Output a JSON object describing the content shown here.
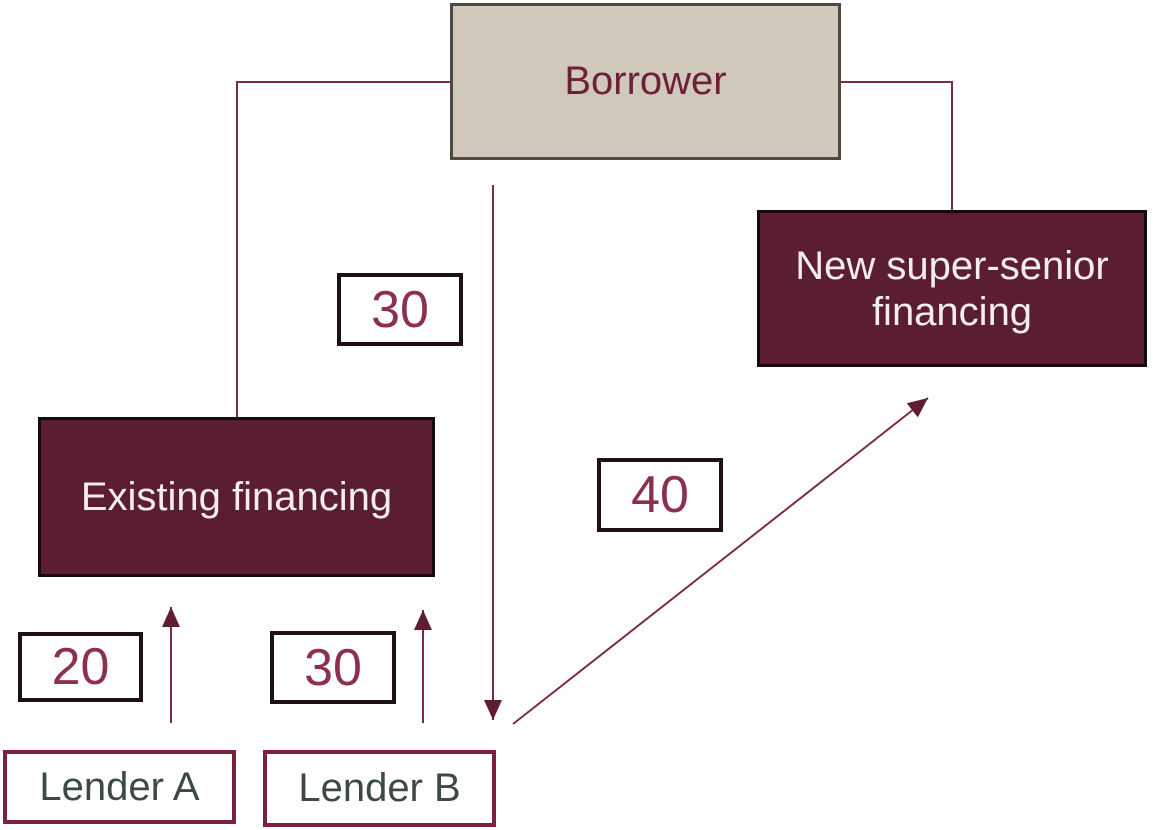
{
  "diagram": {
    "nodes": {
      "borrower": {
        "label": "Borrower"
      },
      "new_super_senior": {
        "label": "New super-senior financing"
      },
      "existing_financing": {
        "label": "Existing financing"
      },
      "lender_a": {
        "label": "Lender A"
      },
      "lender_b": {
        "label": "Lender B"
      }
    },
    "amounts": {
      "borrower_down_flow": "30",
      "new_super_senior_flow": "40",
      "lender_a_flow": "20",
      "lender_b_flow": "30"
    },
    "colors": {
      "dark_node_fill": "#5b1d31",
      "dark_node_border": "#150a0f",
      "borrower_fill": "#cfc8bb",
      "borrower_border": "#4b4b44",
      "borrower_text": "#6d2138",
      "node_text_light": "#f3edef",
      "connector_line": "#7c2b45",
      "arrowhead": "#5e1d32",
      "amount_text": "#8c3050",
      "amount_border": "#1f0f16",
      "lender_border": "#7a2239",
      "lender_text": "#3b4a46",
      "background": "#ffffff"
    }
  }
}
